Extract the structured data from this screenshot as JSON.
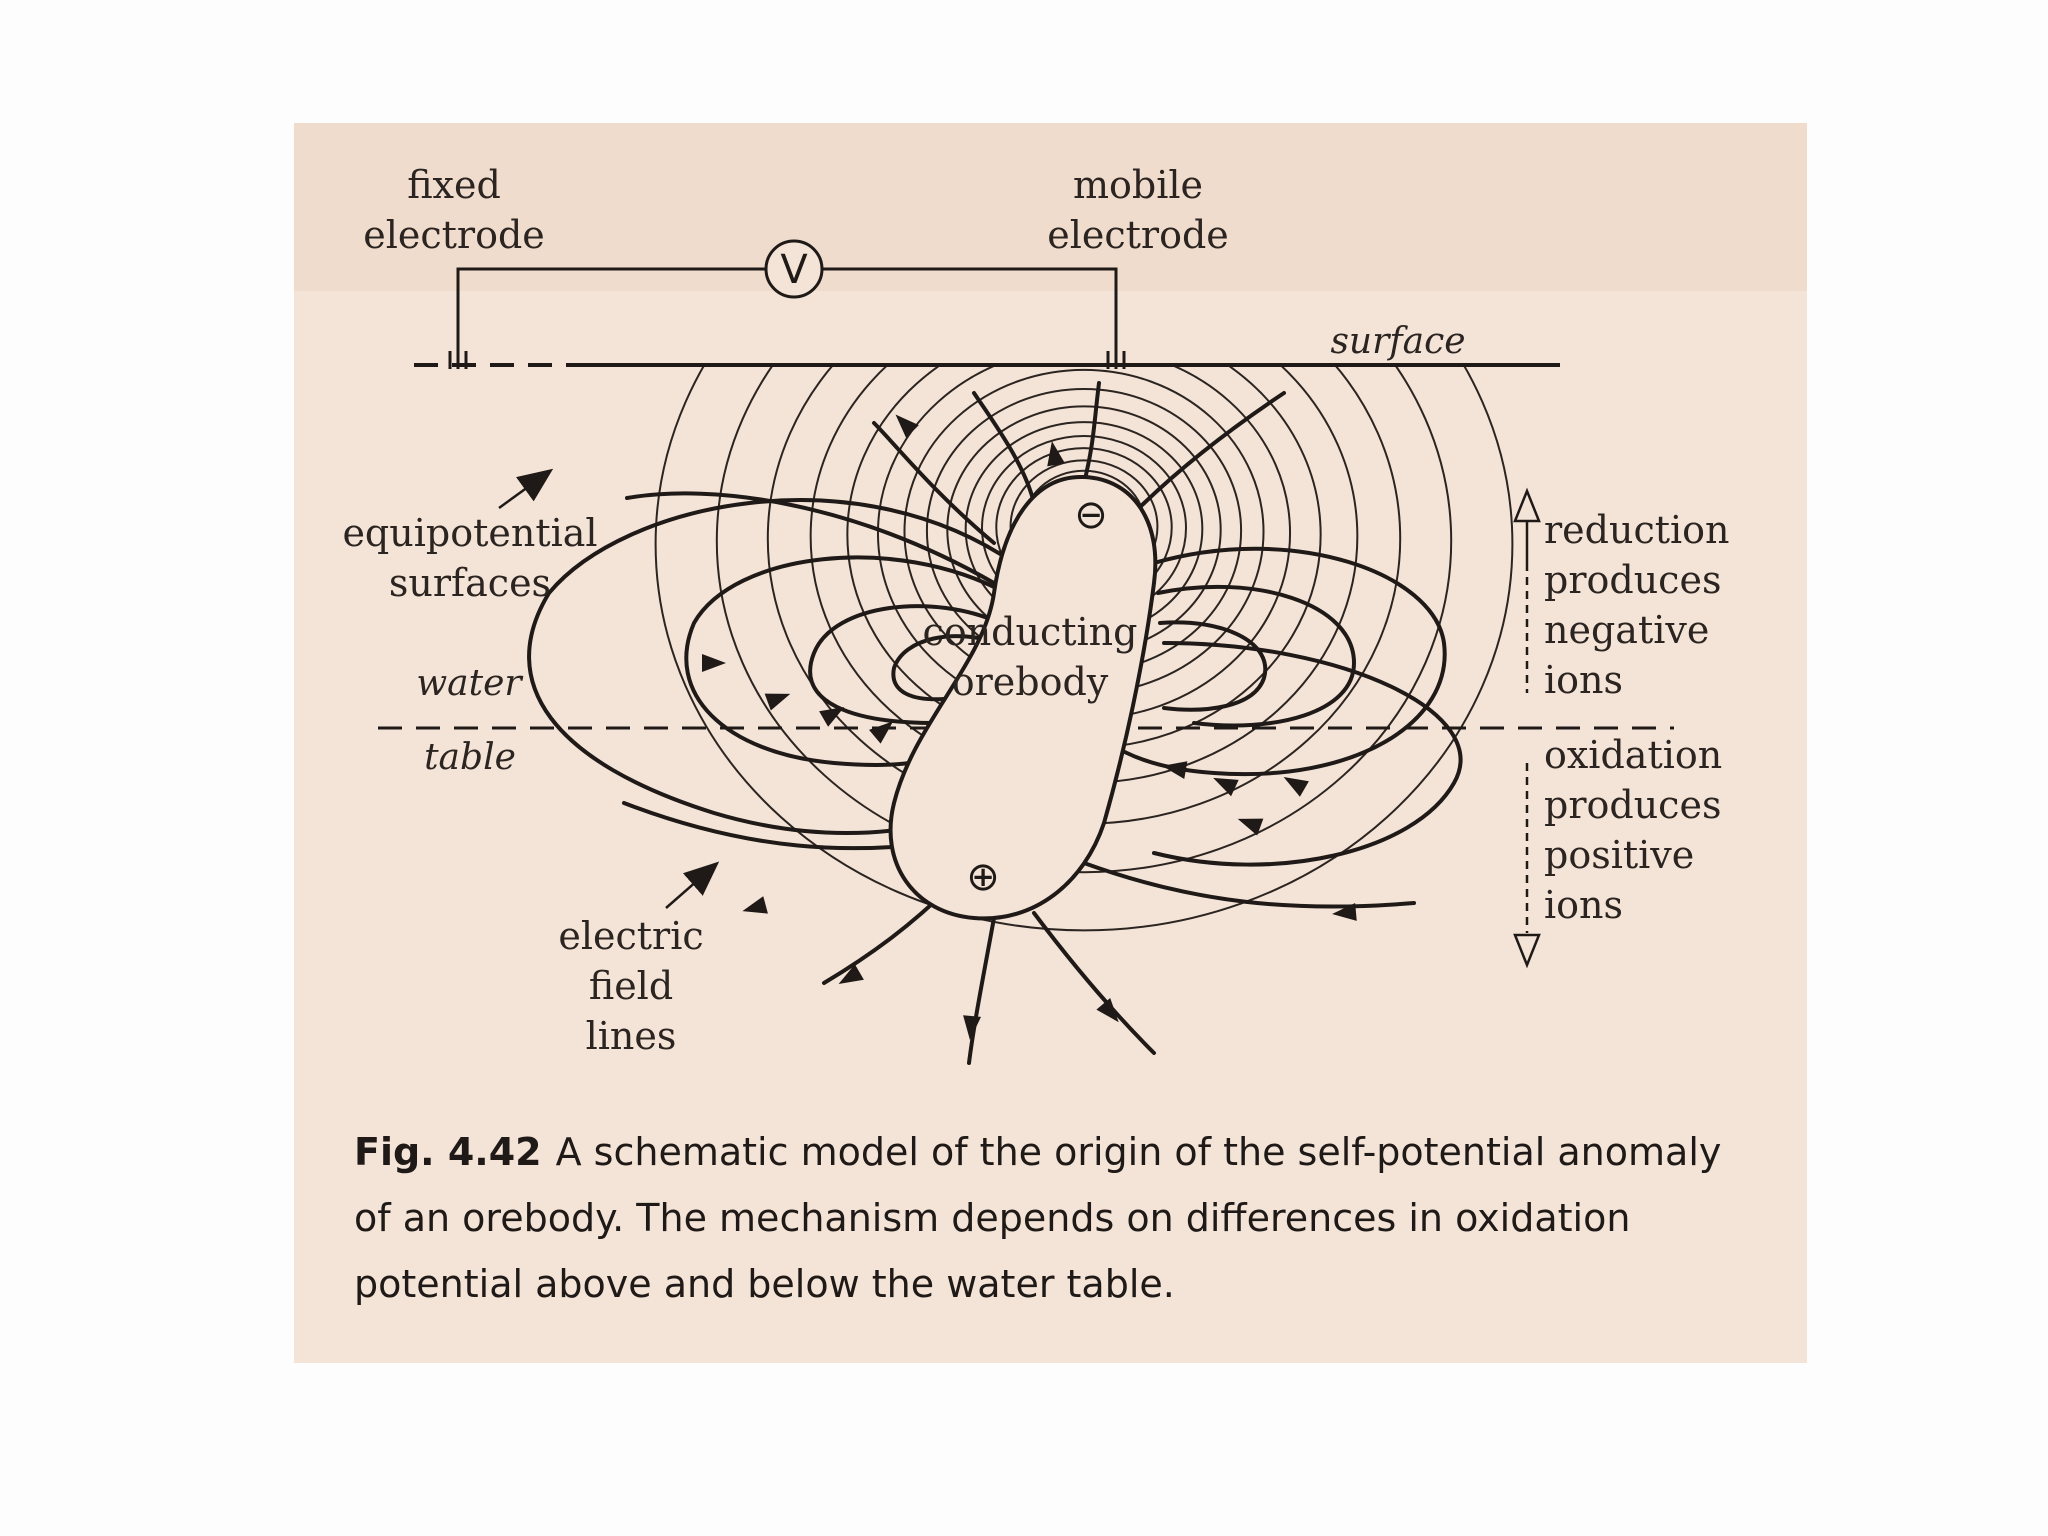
{
  "labels": {
    "fixed_electrode": [
      "fixed",
      "electrode"
    ],
    "mobile_electrode": [
      "mobile",
      "electrode"
    ],
    "voltmeter": "V",
    "surface": "surface",
    "equipotential_surfaces": [
      "equipotential",
      "surfaces"
    ],
    "water_table": [
      "water",
      "table"
    ],
    "conducting_orebody": [
      "conducting",
      "orebody"
    ],
    "negative_sign": "⊖",
    "positive_sign": "⊕",
    "electric_field_lines": [
      "electric",
      "field",
      "lines"
    ],
    "reduction": [
      "reduction",
      "produces",
      "negative",
      "ions"
    ],
    "oxidation": [
      "oxidation",
      "produces",
      "positive",
      "ions"
    ]
  },
  "caption": {
    "fig_number": "Fig. 4.42",
    "text": "A schematic model of the origin of the self-potential anomaly of an orebody. The mechanism depends on differences in oxidation potential above and below the water table."
  },
  "colors": {
    "panel": "#f4e4d7",
    "ink": "#1f1a17"
  }
}
